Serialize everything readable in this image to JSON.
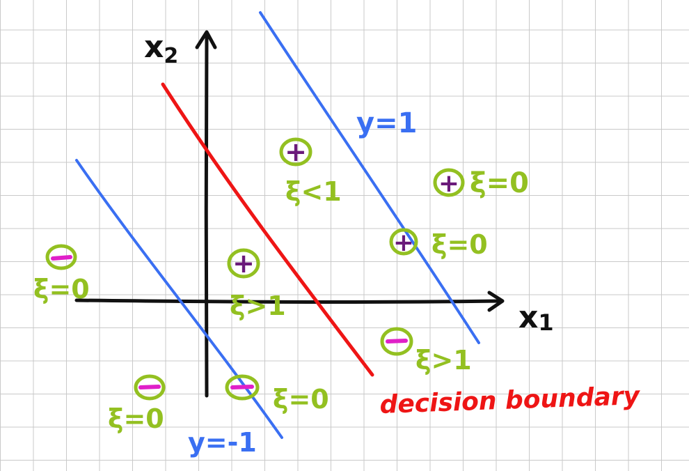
{
  "axes": {
    "x_label": "x",
    "x_subscript": "1",
    "y_label": "x",
    "y_subscript": "2"
  },
  "lines": {
    "upper_margin_label": "y=1",
    "lower_margin_label": "y=-1",
    "decision_boundary_label": "decision boundary"
  },
  "points": [
    {
      "id": "plus-top",
      "class_sign": "+",
      "slack_label": "ξ<1"
    },
    {
      "id": "plus-right",
      "class_sign": "+",
      "slack_label": "ξ=0"
    },
    {
      "id": "plus-margin",
      "class_sign": "+",
      "slack_label": "ξ=0"
    },
    {
      "id": "plus-misclassified",
      "class_sign": "+",
      "slack_label": "ξ>1"
    },
    {
      "id": "minus-far-left",
      "class_sign": "−",
      "slack_label": "ξ=0"
    },
    {
      "id": "minus-right",
      "class_sign": "−",
      "slack_label": "ξ>1"
    },
    {
      "id": "minus-bottom-left",
      "class_sign": "−",
      "slack_label": "ξ=0"
    },
    {
      "id": "minus-margin",
      "class_sign": "−",
      "slack_label": "ξ=0"
    }
  ],
  "colors": {
    "axis": "#111111",
    "margin_line": "#3a6ff2",
    "boundary_line": "#ee1515",
    "circle": "#93c021",
    "plus": "#6a1a7a",
    "minus": "#e020c8",
    "slack_text": "#93c021",
    "margin_text": "#3a6ff2",
    "boundary_text": "#ee1515"
  }
}
